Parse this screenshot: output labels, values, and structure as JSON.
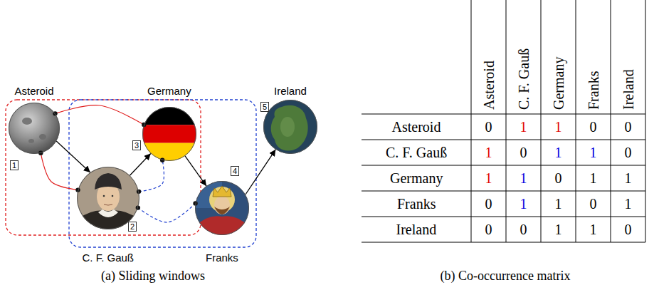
{
  "diagram": {
    "nodes": [
      {
        "text": [
          "Asteroid"
        ]
      },
      {
        "text": [
          "Germany"
        ]
      },
      {
        "text": [
          "Ireland"
        ]
      },
      {
        "text": [
          "C. F. Gauß"
        ]
      },
      {
        "text": [
          "Franks"
        ]
      }
    ],
    "edges": [
      {
        "from": 0,
        "to": 3,
        "arrow": "to"
      },
      {
        "from": 3,
        "to": 1,
        "arrow": "to"
      },
      {
        "from": 1,
        "to": 4,
        "arrow": "to"
      },
      {
        "from": 4,
        "to": 2,
        "arrow": "to"
      },
      {
        "from": 0,
        "to": 1,
        "arrow": "none"
      },
      {
        "from": 0,
        "to": 3,
        "arrow": "none"
      },
      {
        "from": 3,
        "to": 1,
        "arrow": "none"
      },
      {
        "from": 3,
        "to": 4,
        "arrow": "none"
      }
    ],
    "labels": [
      "1",
      "2",
      "3",
      "4",
      "5",
      "(a) Sliding windows",
      "Asteroid",
      "C. F. Gauß",
      "Germany",
      "Franks",
      "Ireland",
      "Asteroid",
      "0",
      "1",
      "1",
      "0",
      "0",
      "C. F. Gauß",
      "1",
      "0",
      "1",
      "1",
      "0",
      "Germany",
      "1",
      "1",
      "0",
      "1",
      "1",
      "Franks",
      "0",
      "1",
      "1",
      "0",
      "1",
      "Ireland",
      "0",
      "0",
      "1",
      "1",
      "0",
      "(b) Co-occurrence matrix"
    ]
  }
}
